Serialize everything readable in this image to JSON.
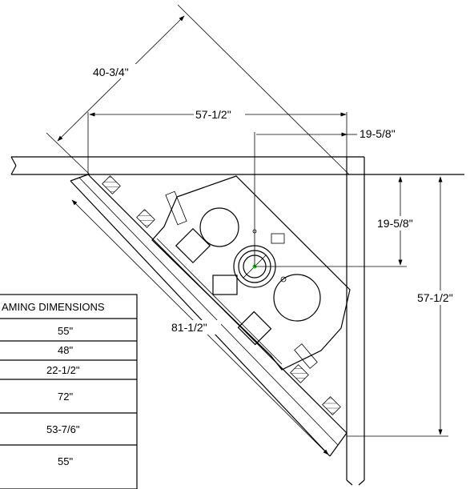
{
  "dimensions": {
    "diagonal_top": "40-3/4\"",
    "top_width": "57-1/2\"",
    "flue_offset_horizontal": "19-5/8\"",
    "flue_offset_vertical": "19-5/8\"",
    "right_height": "57-1/2\"",
    "diagonal_face": "81-1/2\""
  },
  "framing_table": {
    "header": "AMING DIMENSIONS",
    "rows": [
      "55\"",
      "48\"",
      "22-1/2\"",
      "72\"",
      "53-7/6\"",
      "55\""
    ]
  }
}
